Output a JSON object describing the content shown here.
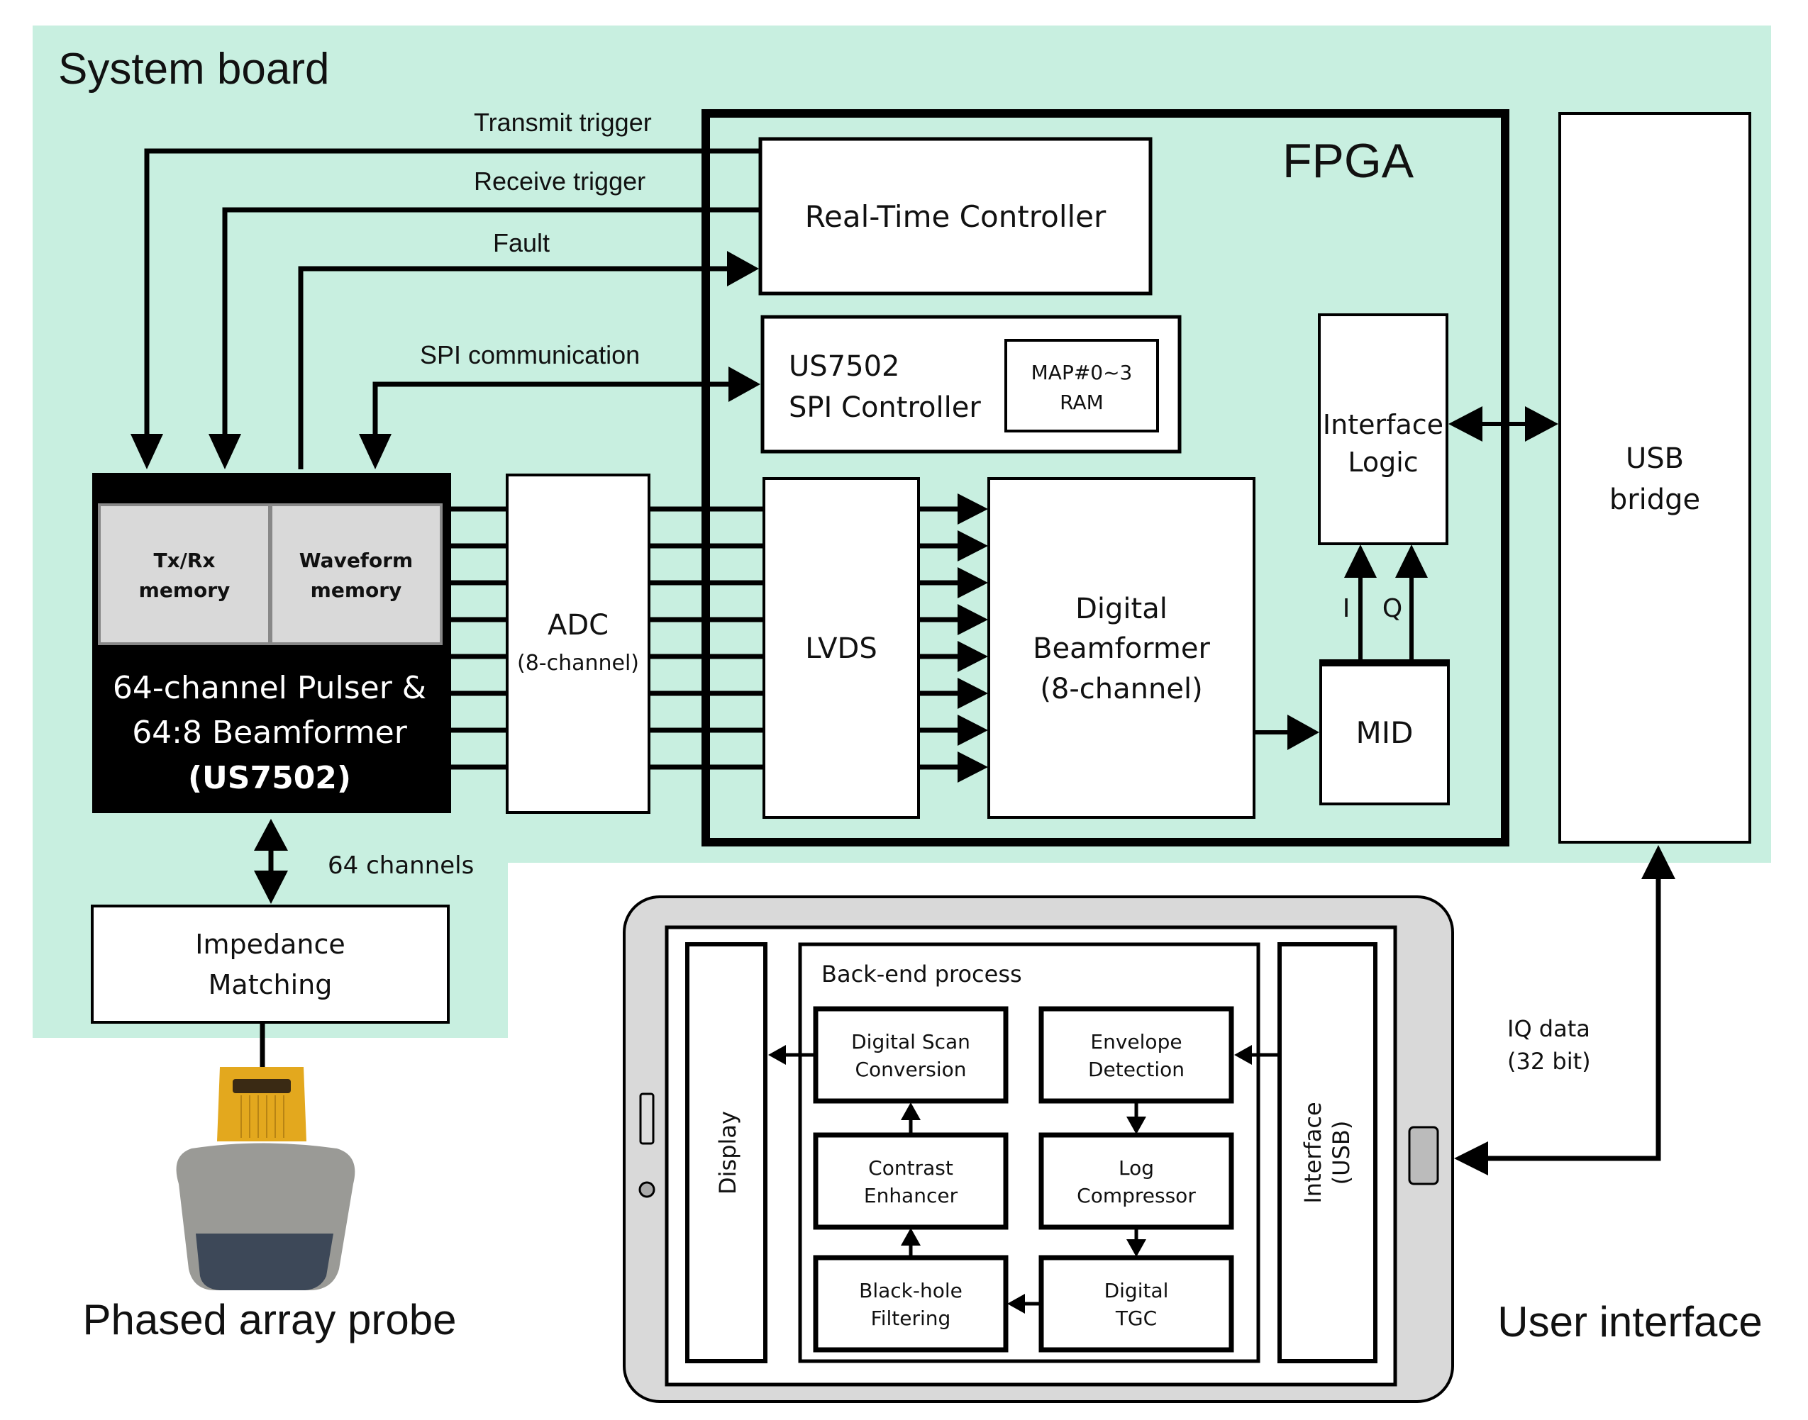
{
  "system_board": {
    "title": "System board",
    "signals": {
      "transmit_trigger": "Transmit trigger",
      "receive_trigger": "Receive trigger",
      "fault": "Fault",
      "spi": "SPI communication",
      "channels": "64 channels"
    },
    "pulser": {
      "mem1_line1": "Tx/Rx",
      "mem1_line2": "memory",
      "mem2_line1": "Waveform",
      "mem2_line2": "memory",
      "line1": "64-channel Pulser &",
      "line2": "64:8 Beamformer",
      "line3": "(US7502)"
    },
    "adc": {
      "line1": "ADC",
      "line2": "(8-channel)"
    },
    "impedance": {
      "line1": "Impedance",
      "line2": "Matching"
    },
    "fpga": {
      "title": "FPGA",
      "rtc": "Real-Time Controller",
      "spi_ctrl_line1": "US7502",
      "spi_ctrl_line2": "SPI Controller",
      "ram_line1": "MAP#0~3",
      "ram_line2": "RAM",
      "lvds": "LVDS",
      "dbf_line1": "Digital",
      "dbf_line2": "Beamformer",
      "dbf_line3": "(8-channel)",
      "interface_line1": "Interface",
      "interface_line2": "Logic",
      "mid": "MID",
      "i_label": "I",
      "q_label": "Q"
    },
    "usb_bridge": {
      "line1": "USB",
      "line2": "bridge"
    }
  },
  "probe": {
    "caption": "Phased array probe"
  },
  "user_interface": {
    "caption": "User interface",
    "iq_line1": "IQ data",
    "iq_line2": "(32 bit)",
    "display": "Display",
    "backend_title": "Back-end process",
    "interface_line1": "Interface",
    "interface_line2": "(USB)",
    "blocks": {
      "dsc_line1": "Digital Scan",
      "dsc_line2": "Conversion",
      "env_line1": "Envelope",
      "env_line2": "Detection",
      "ce_line1": "Contrast",
      "ce_line2": "Enhancer",
      "log_line1": "Log",
      "log_line2": "Compressor",
      "bh_line1": "Black-hole",
      "bh_line2": "Filtering",
      "tgc_line1": "Digital",
      "tgc_line2": "TGC"
    }
  },
  "colors": {
    "board_bg": "#c8efe0",
    "memory_bg": "#d9d9d9",
    "tablet_bg": "#d9d9d9"
  }
}
